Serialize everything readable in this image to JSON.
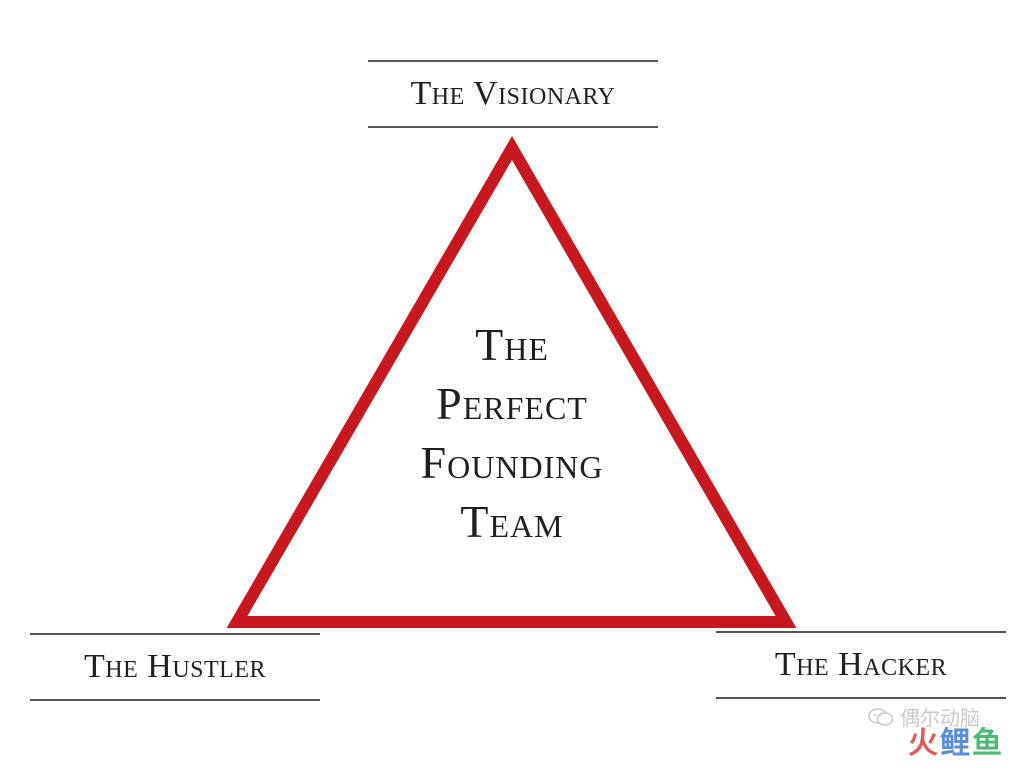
{
  "diagram": {
    "top_role": "The Visionary",
    "left_role": "The Hustler",
    "right_role": "The Hacker",
    "center_lines": [
      "The",
      "Perfect",
      "Founding",
      "Team"
    ],
    "triangle_color": "#c8171e"
  },
  "watermark": {
    "caption": "偶尔动脑",
    "brand_chars": [
      "火",
      "鲤",
      "鱼"
    ],
    "brand_colors": [
      "#e23b3b",
      "#3b78d8",
      "#2fae5b"
    ]
  }
}
